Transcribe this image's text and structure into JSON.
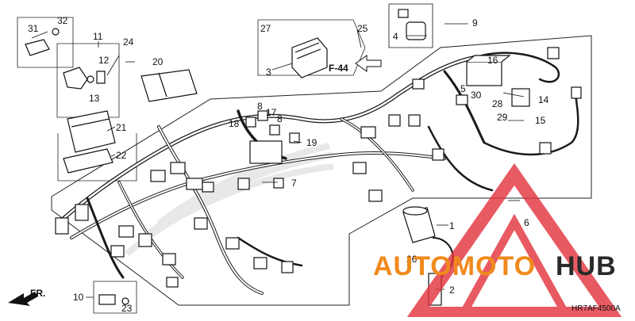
{
  "diagram": {
    "ref_code": "HR7AF4500A",
    "front_label": "FR.",
    "section_ref": "F-44",
    "watermark": {
      "part1": "AUTOMOTO",
      "part2": "HUB",
      "color_primary": "#f08a1c",
      "color_secondary": "#2a2a2a",
      "triangle_color": "#e3323b"
    },
    "callouts": [
      {
        "id": "c1",
        "text": "1"
      },
      {
        "id": "c2",
        "text": "2"
      },
      {
        "id": "c3",
        "text": "3"
      },
      {
        "id": "c4",
        "text": "4"
      },
      {
        "id": "c5",
        "text": "5"
      },
      {
        "id": "c6",
        "text": "6"
      },
      {
        "id": "c7",
        "text": "7"
      },
      {
        "id": "c8",
        "text": "8"
      },
      {
        "id": "c9",
        "text": "9"
      },
      {
        "id": "c10",
        "text": "10"
      },
      {
        "id": "c11",
        "text": "11"
      },
      {
        "id": "c12",
        "text": "12"
      },
      {
        "id": "c13",
        "text": "13"
      },
      {
        "id": "c14",
        "text": "14"
      },
      {
        "id": "c15",
        "text": "15"
      },
      {
        "id": "c16",
        "text": "16"
      },
      {
        "id": "c17",
        "text": "17"
      },
      {
        "id": "c18",
        "text": "18"
      },
      {
        "id": "c19",
        "text": "19"
      },
      {
        "id": "c20",
        "text": "20"
      },
      {
        "id": "c21",
        "text": "21"
      },
      {
        "id": "c22",
        "text": "22"
      },
      {
        "id": "c23",
        "text": "23"
      },
      {
        "id": "c24",
        "text": "24"
      },
      {
        "id": "c25",
        "text": "25"
      },
      {
        "id": "c26",
        "text": "26"
      },
      {
        "id": "c27",
        "text": "27"
      },
      {
        "id": "c28",
        "text": "28"
      },
      {
        "id": "c29",
        "text": "29"
      },
      {
        "id": "c30",
        "text": "30"
      },
      {
        "id": "c31",
        "text": "31"
      },
      {
        "id": "c32",
        "text": "32"
      }
    ]
  }
}
